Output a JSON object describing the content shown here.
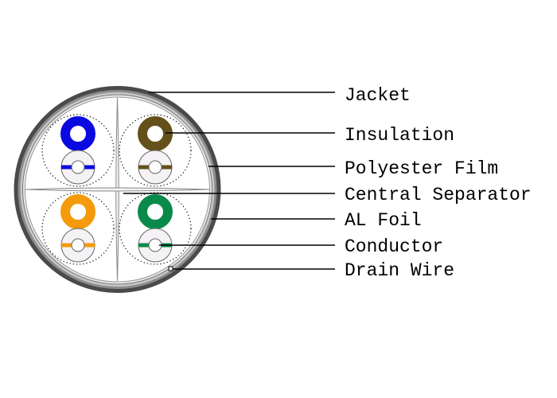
{
  "title": "Shielded twisted pair cable cross-section",
  "labels": {
    "jacket": "Jacket",
    "insulation": "Insulation",
    "polyester_film": "Polyester Film",
    "central_separator": "Central Separator",
    "al_foil": "AL Foil",
    "conductor": "Conductor",
    "drain_wire": "Drain Wire"
  },
  "pairs": [
    {
      "name": "blue",
      "color": "#0a0ae0"
    },
    {
      "name": "brown",
      "color": "#64501a"
    },
    {
      "name": "orange",
      "color": "#f59a0a"
    },
    {
      "name": "green",
      "color": "#0a8a4a"
    }
  ],
  "colors": {
    "jacket": "#555555",
    "foil": "#9a9a9a",
    "separator": "#888888",
    "leader": "#000000"
  }
}
